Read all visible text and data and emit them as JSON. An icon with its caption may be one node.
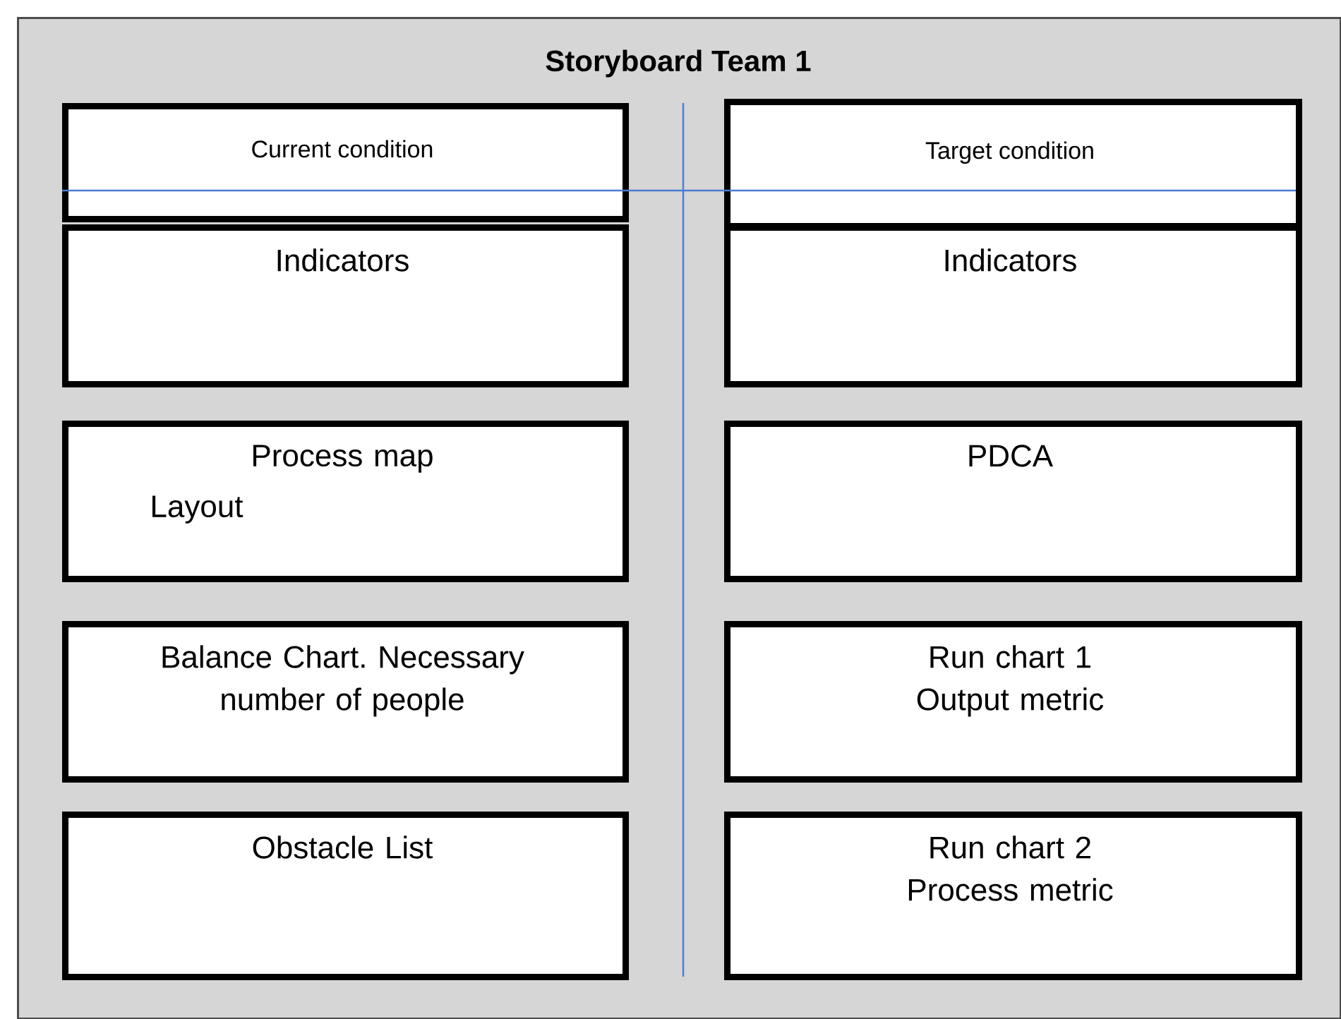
{
  "diagram": {
    "nodes": [
      {
        "text": [
          "Storyboard Team 1"
        ]
      },
      {
        "text": [
          "Current condition"
        ],
        "in": 0
      },
      {
        "text": [
          "Target condition"
        ],
        "in": 0
      },
      {
        "text": [
          "Indicators"
        ],
        "in": 0
      },
      {
        "text": [
          "Indicators"
        ],
        "in": 0
      },
      {
        "text": [
          "Process map",
          "Layout"
        ],
        "in": 0
      },
      {
        "text": [
          "PDCA"
        ],
        "in": 0
      },
      {
        "text": [
          "Balance Chart. Necessary number of people"
        ],
        "in": 0
      },
      {
        "text": [
          "Run chart 1 Output metric"
        ],
        "in": 0
      },
      {
        "text": [
          "Obstacle List"
        ],
        "in": 0
      },
      {
        "text": [
          "Run chart 2 Process metric"
        ],
        "in": 0
      }
    ],
    "edges": []
  }
}
